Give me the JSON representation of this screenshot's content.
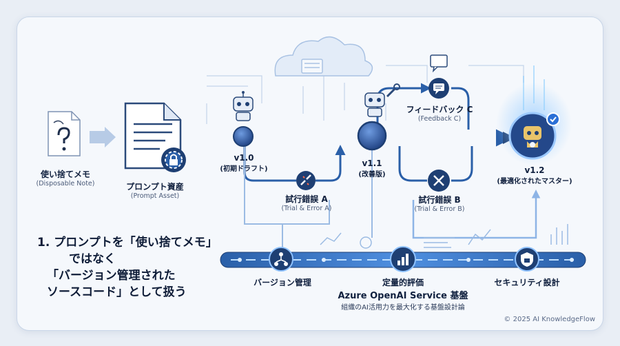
{
  "disposable": {
    "title": "使い捨てメモ",
    "subtitle": "(Disposable Note)"
  },
  "asset": {
    "title": "プロンプト資産",
    "subtitle": "(Prompt Asset)"
  },
  "v10": {
    "version": "v1.0",
    "label": "(初期ドラフト)"
  },
  "trialA": {
    "title": "試行錯誤 A",
    "subtitle": "(Trial & Error A)"
  },
  "v11": {
    "version": "v1.1",
    "label": "(改善版)"
  },
  "feedback": {
    "title": "フィードバック C",
    "subtitle": "(Feedback C)"
  },
  "trialB": {
    "title": "試行錯誤 B",
    "subtitle": "(Trial & Error B)"
  },
  "v12": {
    "version": "v1.2",
    "label": "(最適化されたマスター)"
  },
  "headline": {
    "line1": "1. プロンプトを「使い捨てメモ」",
    "line2": "ではなく",
    "line3": "「バージョン管理された",
    "line4": "ソースコード」として扱う"
  },
  "pillars": {
    "version_control": "バージョン管理",
    "quant_eval": "定量的評価",
    "security": "セキュリティ設計"
  },
  "platform": {
    "title": "Azure OpenAI Service 基盤",
    "subtitle": "組織のAI活用力を最大化する基盤設計論"
  },
  "footer": "© 2025 AI KnowledgeFlow",
  "colors": {
    "navy": "#1e3f73",
    "blue": "#2a5fa8",
    "light_blue": "#8db4e6",
    "glow": "#5aa8ff"
  }
}
